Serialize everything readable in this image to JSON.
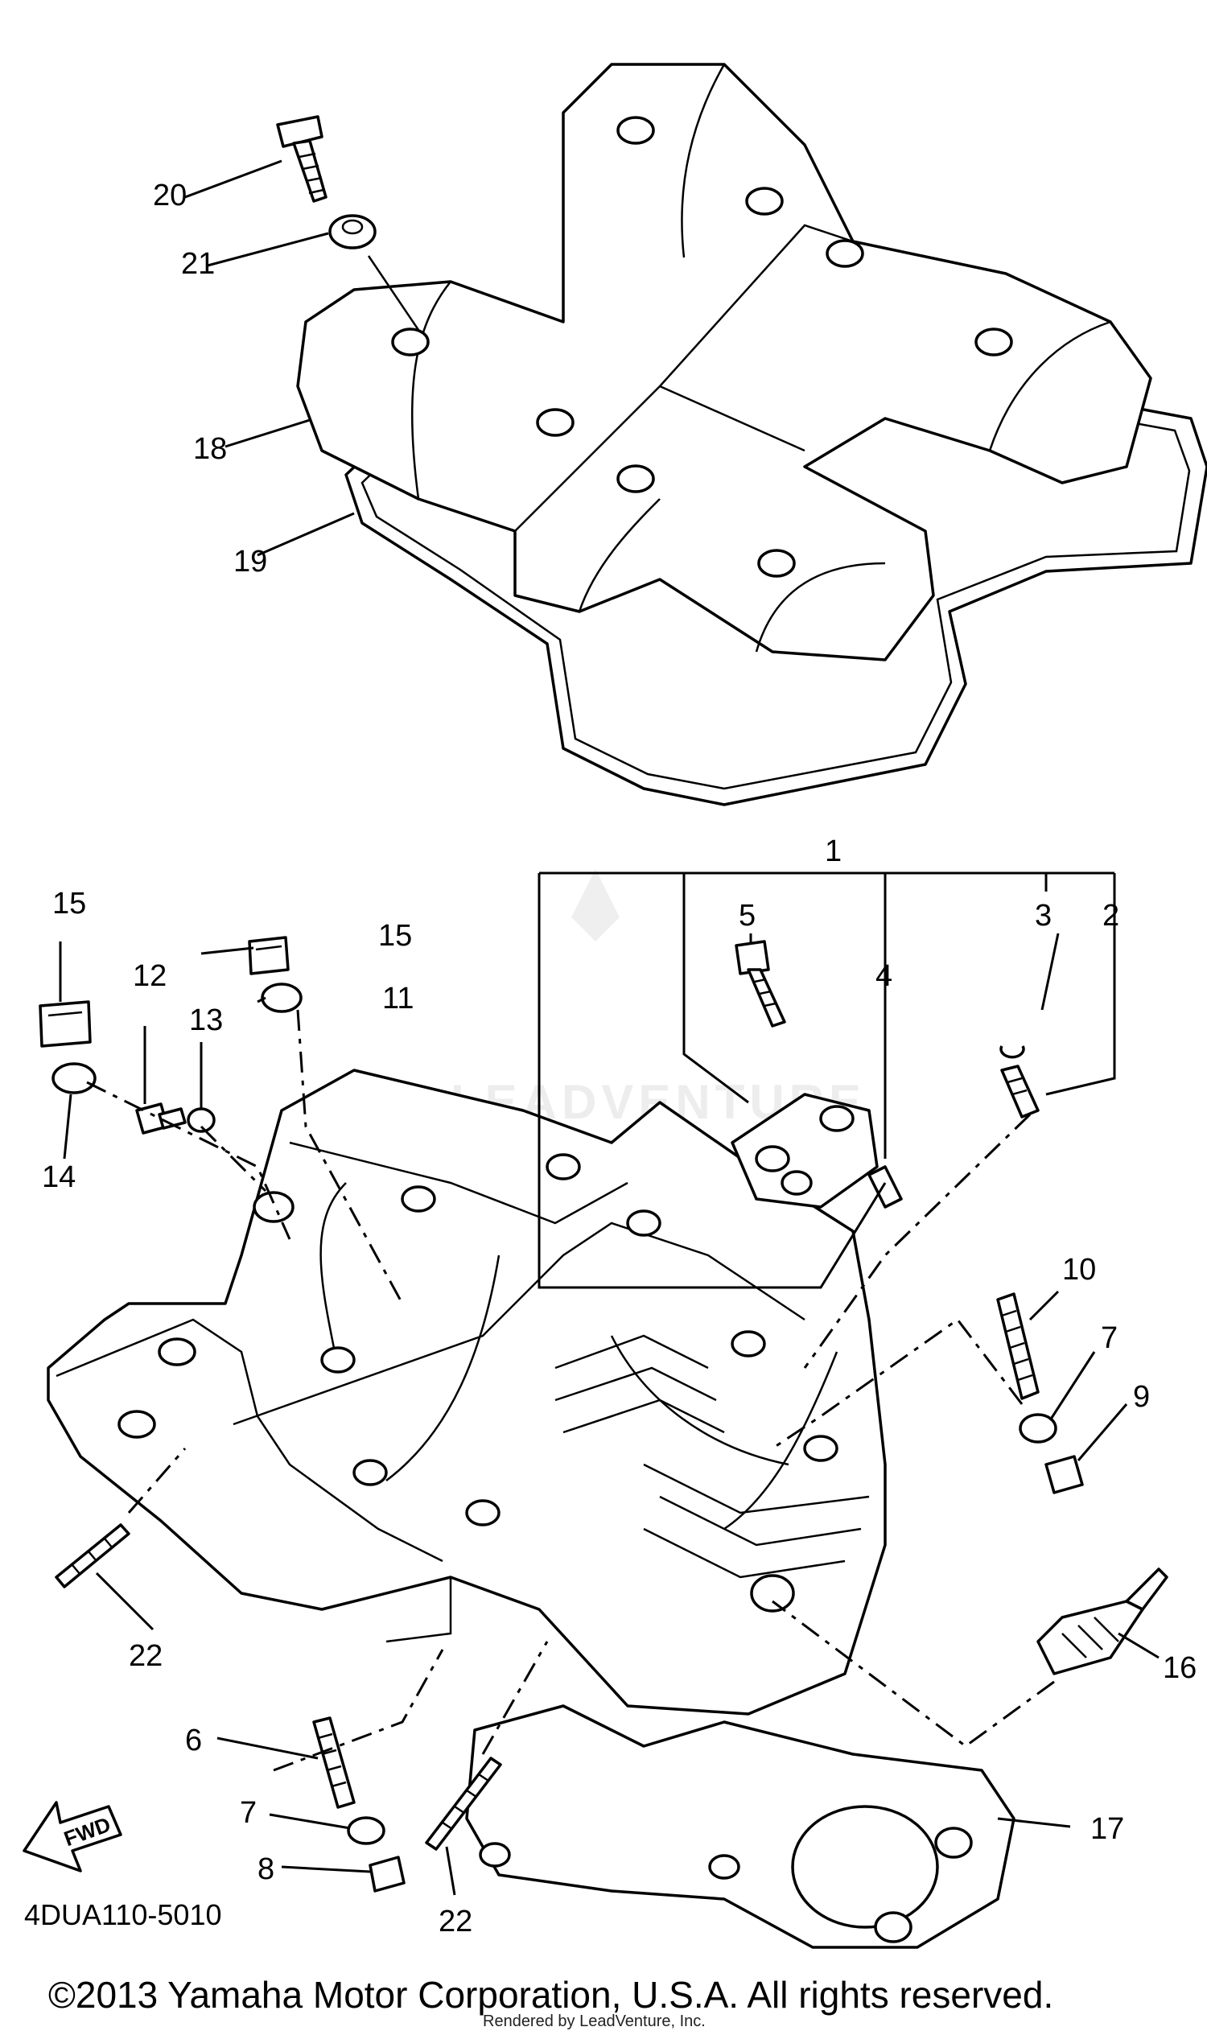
{
  "diagram": {
    "code": "4DUA110-5010",
    "copyright": "©2013 Yamaha Motor Corporation, U.S.A. All rights reserved.",
    "rendered_by": "Rendered by LeadVenture, Inc.",
    "watermark": "LEADVENTURE",
    "fwd_label": "FWD",
    "callouts": {
      "c1": "1",
      "c2": "2",
      "c3": "3",
      "c4": "4",
      "c5": "5",
      "c6": "6",
      "c7a": "7",
      "c7b": "7",
      "c8": "8",
      "c9": "9",
      "c10": "10",
      "c11": "11",
      "c12": "12",
      "c13": "13",
      "c14": "14",
      "c15a": "15",
      "c15b": "15",
      "c16": "16",
      "c17": "17",
      "c18": "18",
      "c19": "19",
      "c20": "20",
      "c21": "21",
      "c22a": "22",
      "c22b": "22"
    }
  }
}
